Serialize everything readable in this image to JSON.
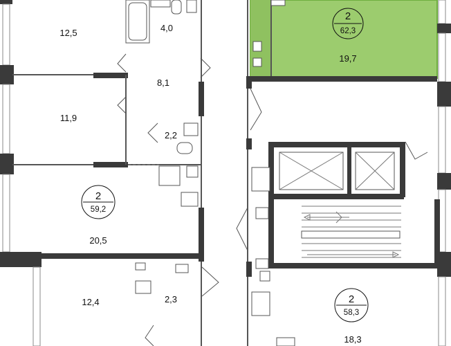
{
  "colors": {
    "highlight_fill": "#9ccc6e",
    "highlight_border": "#6fae3f",
    "wall": "#3a3a3a",
    "background": "#ffffff"
  },
  "apartments": [
    {
      "rooms": "2",
      "area": "62,3",
      "highlighted": true
    },
    {
      "rooms": "2",
      "area": "59,2",
      "highlighted": false
    },
    {
      "rooms": "2",
      "area": "58,3",
      "highlighted": false
    }
  ],
  "rooms": [
    {
      "id": "room-12-5",
      "area": "12,5"
    },
    {
      "id": "room-4-0",
      "area": "4,0"
    },
    {
      "id": "room-8-1",
      "area": "8,1"
    },
    {
      "id": "room-11-9",
      "area": "11,9"
    },
    {
      "id": "room-2-2",
      "area": "2,2"
    },
    {
      "id": "room-20-5",
      "area": "20,5"
    },
    {
      "id": "room-19-7",
      "area": "19,7"
    },
    {
      "id": "room-2-3",
      "area": "2,3"
    },
    {
      "id": "room-12-4",
      "area": "12,4"
    },
    {
      "id": "room-18-3",
      "area": "18,3"
    }
  ]
}
